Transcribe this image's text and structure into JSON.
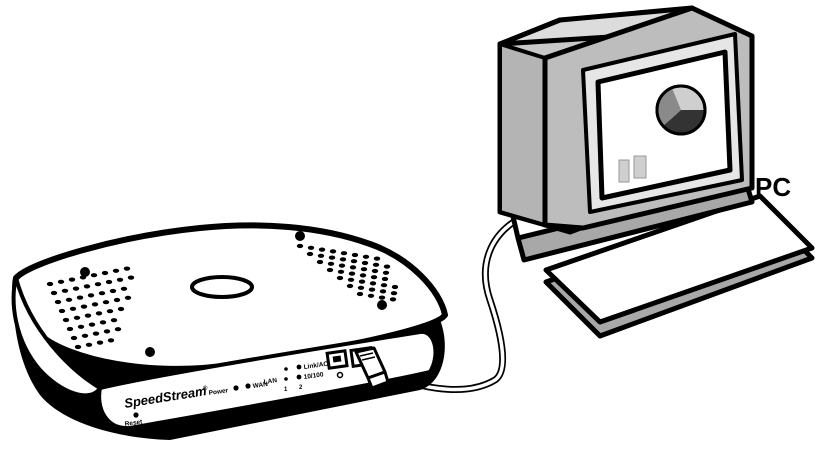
{
  "pc_label": "PC",
  "router": {
    "brand": "SpeedStream",
    "brand_mark": "®",
    "power_label": "Power",
    "wan_label": "WAN",
    "lan_label": "LAN",
    "link_act_label": "Link/ACT",
    "speed_label": "10/100",
    "port_1": "1",
    "port_2": "2",
    "reset_label": "Reset"
  },
  "colors": {
    "outline": "#000000",
    "monitor_shade": "#c8c8c8",
    "monitor_dark": "#a8a8a8",
    "screen_fill": "#ffffff",
    "pie_dark": "#333333",
    "pie_mid": "#8a8a8a",
    "pie_light": "#cfcfcf"
  }
}
